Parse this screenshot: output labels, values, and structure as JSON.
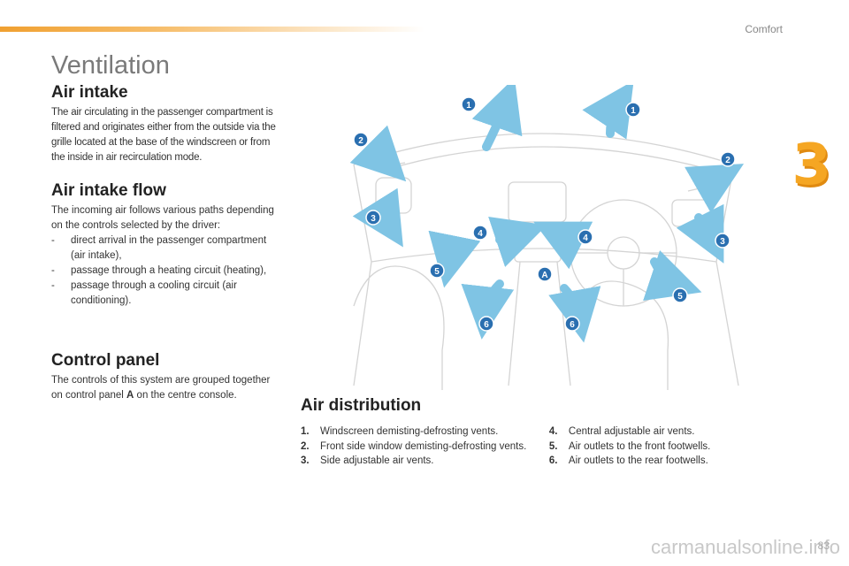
{
  "header": {
    "section": "Comfort",
    "chapter": "3"
  },
  "title": "Ventilation",
  "air_intake": {
    "heading": "Air intake",
    "text": "The air circulating in the passenger compartment is filtered and originates either from the outside via the grille located at the base of the windscreen or from the inside in air recirculation mode."
  },
  "air_intake_flow": {
    "heading": "Air intake flow",
    "intro": "The incoming air follows various paths depending on the controls selected by the driver:",
    "items": [
      "direct arrival in the passenger compartment (air intake),",
      "passage through a heating circuit (heating),",
      "passage through a cooling circuit (air conditioning)."
    ]
  },
  "control_panel": {
    "heading": "Control panel",
    "text_before": "The controls of this system are grouped together on control panel ",
    "bold": "A",
    "text_after": " on the centre console."
  },
  "air_distribution": {
    "heading": "Air distribution",
    "items": [
      {
        "num": "1.",
        "text": "Windscreen demisting-defrosting vents."
      },
      {
        "num": "2.",
        "text": "Front side window demisting-defrosting vents."
      },
      {
        "num": "3.",
        "text": "Side adjustable air vents."
      },
      {
        "num": "4.",
        "text": "Central adjustable air vents."
      },
      {
        "num": "5.",
        "text": "Air outlets to the front footwells."
      },
      {
        "num": "6.",
        "text": "Air outlets to the rear footwells."
      }
    ]
  },
  "figure": {
    "markers": [
      "1",
      "1",
      "2",
      "2",
      "3",
      "3",
      "4",
      "4",
      "5",
      "5",
      "6",
      "6",
      "A"
    ]
  },
  "footer": {
    "page": "83",
    "watermark": "carmanualsonline.info"
  },
  "colors": {
    "accent": "#f5a623",
    "marker": "#2a6fb0",
    "arrow": "#7fc4e4"
  }
}
